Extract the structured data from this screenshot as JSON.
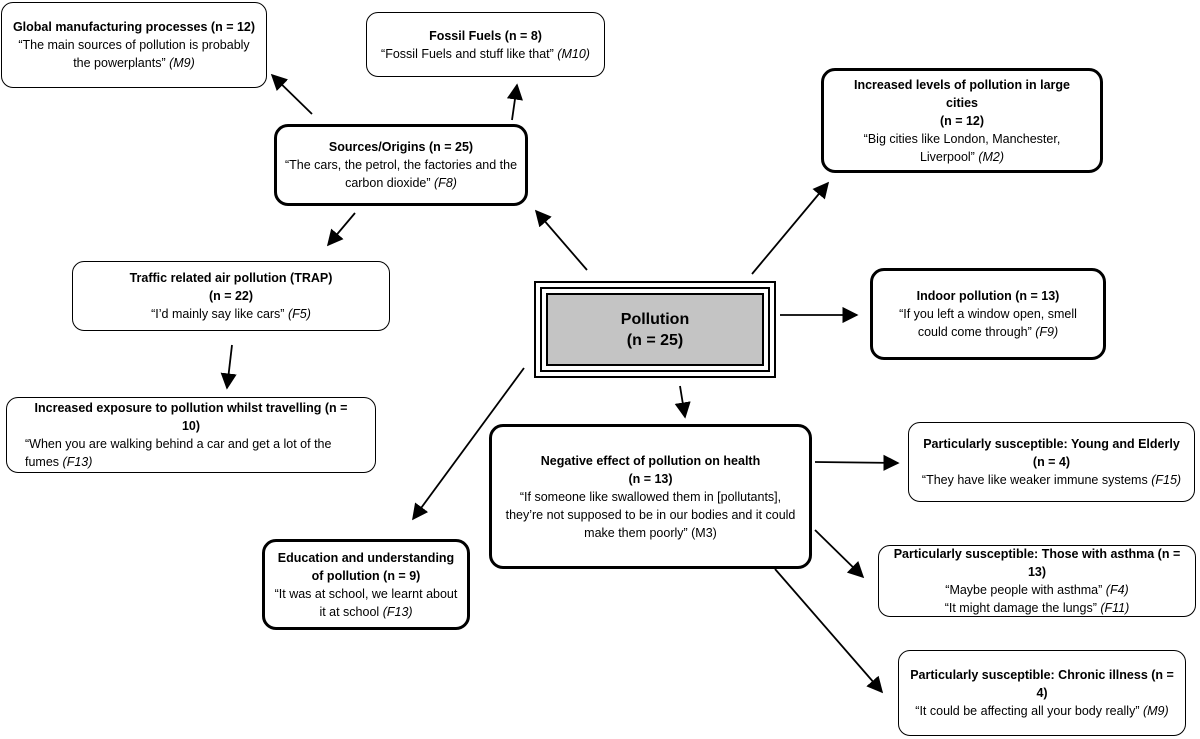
{
  "center": {
    "title": "Pollution",
    "count": "(n = 25)"
  },
  "nodes": {
    "global_manufacturing": {
      "title": "Global manufacturing processes (n = 12)",
      "quote": "“The main sources of pollution is probably the powerplants”",
      "source": "(M9)"
    },
    "fossil_fuels": {
      "title": "Fossil Fuels (n = 8)",
      "quote": "“Fossil Fuels and stuff like that”",
      "source": "(M10)"
    },
    "large_cities": {
      "title": "Increased levels of pollution in large cities",
      "count": "(n = 12)",
      "quote": "“Big cities like London, Manchester, Liverpool”",
      "source": "(M2)"
    },
    "sources_origins": {
      "title": "Sources/Origins (n = 25)",
      "quote": "“The cars, the petrol, the factories and the carbon dioxide”",
      "source": "(F8)"
    },
    "trap": {
      "title": "Traffic related air pollution (TRAP)",
      "count": "(n = 22)",
      "quote": "“I’d mainly say like cars”",
      "source": "(F5)"
    },
    "indoor": {
      "title": "Indoor pollution (n = 13)",
      "quote": "“If you left a window open, smell could come through”",
      "source": "(F9)"
    },
    "exposure_travelling": {
      "title": "Increased exposure to pollution whilst travelling (n = 10)",
      "quote": "“When you are walking behind a car and get a lot of the fumes",
      "source": "(F13)"
    },
    "negative_health": {
      "title": "Negative effect of pollution on health",
      "count": "(n = 13)",
      "quote": "“If someone like swallowed them in [pollutants], they’re not supposed to be in our bodies and it could make them poorly” (M3)"
    },
    "young_elderly": {
      "title": "Particularly susceptible: Young and Elderly",
      "count": "(n = 4)",
      "quote": "“They have like weaker immune systems",
      "source": "(F15)"
    },
    "education": {
      "title": "Education and understanding of pollution (n = 9)",
      "quote": "“It was at school, we learnt about it at school",
      "source": "(F13)"
    },
    "asthma": {
      "title": "Particularly susceptible: Those with asthma (n = 13)",
      "quote1": "“Maybe people with asthma”",
      "source1": "(F4)",
      "quote2": "“It might damage the lungs”",
      "source2": "(F11)"
    },
    "chronic": {
      "title": "Particularly susceptible: Chronic illness (n = 4)",
      "quote": "“It could be affecting all your body really”",
      "source": "(M9)"
    }
  }
}
